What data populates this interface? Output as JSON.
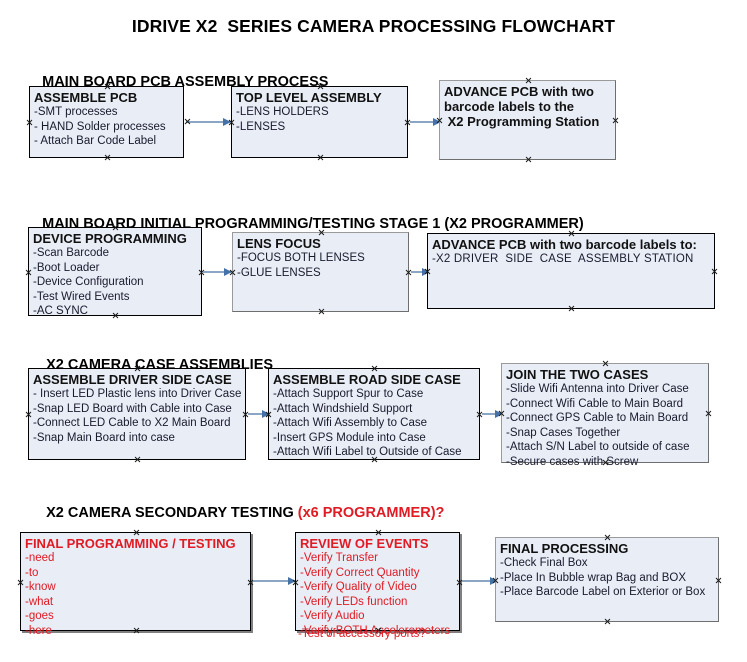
{
  "document": {
    "title": "IDRIVE X2  SERIES CAMERA PROCESSING FLOWCHART"
  },
  "colors": {
    "box_fill": "#e8edf6",
    "accent_red": "#e01b24",
    "connector": "#8ba6c4",
    "arrowhead": "#4472a8",
    "text": "#1a1a2e"
  },
  "sections": [
    {
      "id": "main-board-pcb-assembly",
      "heading": "MAIN BOARD PCB ASSEMBLY PROCESS",
      "heading_accent": "",
      "boxes": [
        {
          "id": "assemble-pcb",
          "title": "ASSEMBLE PCB",
          "lines": [
            "-SMT processes",
            "- HAND Solder processes",
            "- Attach Bar Code Label"
          ]
        },
        {
          "id": "top-level-assembly",
          "title": "TOP LEVEL ASSEMBLY",
          "lines": [
            "-LENS HOLDERS",
            "-LENSES"
          ]
        },
        {
          "id": "advance-pcb-to-programming-station",
          "title": "ADVANCE PCB with two",
          "title_lines": [
            "ADVANCE PCB with two",
            "barcode labels to the",
            " X2 Programming Station"
          ],
          "lines": []
        }
      ]
    },
    {
      "id": "main-board-initial-programming",
      "heading": "MAIN BOARD INITIAL PROGRAMMING/TESTING STAGE 1 (X2 PROGRAMMER)",
      "heading_accent": "",
      "boxes": [
        {
          "id": "device-programming",
          "title": "DEVICE PROGRAMMING",
          "lines": [
            "-Scan Barcode",
            "-Boot Loader",
            "-Device Configuration",
            "-Test Wired Events",
            "-AC SYNC"
          ]
        },
        {
          "id": "lens-focus",
          "title": "LENS FOCUS",
          "lines": [
            "-FOCUS BOTH LENSES",
            "-GLUE LENSES"
          ]
        },
        {
          "id": "advance-pcb-to-driver-side-case",
          "title": "ADVANCE PCB with two barcode labels to:",
          "lines": [
            "-X2 DRIVER  SIDE  CASE  ASSEMBLY STATION"
          ]
        }
      ]
    },
    {
      "id": "x2-camera-case-assemblies",
      "heading": "X2 CAMERA CASE ASSEMBLIES",
      "heading_accent": "",
      "boxes": [
        {
          "id": "assemble-driver-side-case",
          "title": "ASSEMBLE DRIVER SIDE CASE",
          "lines": [
            "- Insert LED Plastic lens into Driver Case",
            "-Snap LED Board with Cable into Case",
            "-Connect LED Cable to X2 Main Board",
            "-Snap Main Board into case"
          ]
        },
        {
          "id": "assemble-road-side-case",
          "title": "ASSEMBLE ROAD SIDE CASE",
          "lines": [
            "-Attach Support Spur to Case",
            "-Attach Windshield Support",
            "-Attach Wifi Assembly to Case",
            "-Insert GPS Module into Case",
            "-Attach Wifi Label to Outside of Case"
          ]
        },
        {
          "id": "join-the-two-cases",
          "title": "JOIN THE TWO CASES",
          "lines": [
            "-Slide Wifi Antenna into Driver Case",
            "-Connect Wifi Cable to Main Board",
            "-Connect GPS Cable to Main Board",
            "-Snap Cases Together",
            "-Attach S/N Label to outside of case",
            "-Secure cases with Screw"
          ]
        }
      ]
    },
    {
      "id": "x2-camera-secondary-testing",
      "heading": "X2 CAMERA SECONDARY TESTING ",
      "heading_accent": "(x6 PROGRAMMER)?",
      "boxes": [
        {
          "id": "final-programming-testing",
          "title": "FINAL PROGRAMMING / TESTING",
          "lines": [
            "-need",
            "-to",
            "-know",
            "-what",
            "-goes",
            "-here"
          ]
        },
        {
          "id": "review-of-events",
          "title": "REVIEW OF EVENTS",
          "lines": [
            "-Verify Transfer",
            "-Verify Correct Quantity",
            "-Verify Quality of Video",
            "-Verify LEDs function",
            "-Verify Audio",
            "-Verify BOTH Accelerometers"
          ],
          "overflow_line": "-Test of accessory ports?"
        },
        {
          "id": "final-processing",
          "title": "FINAL PROCESSING",
          "lines": [
            "-Check Final Box",
            "-Place In Bubble wrap Bag and BOX",
            "-Place Barcode Label on Exterior or Box"
          ]
        }
      ]
    }
  ]
}
